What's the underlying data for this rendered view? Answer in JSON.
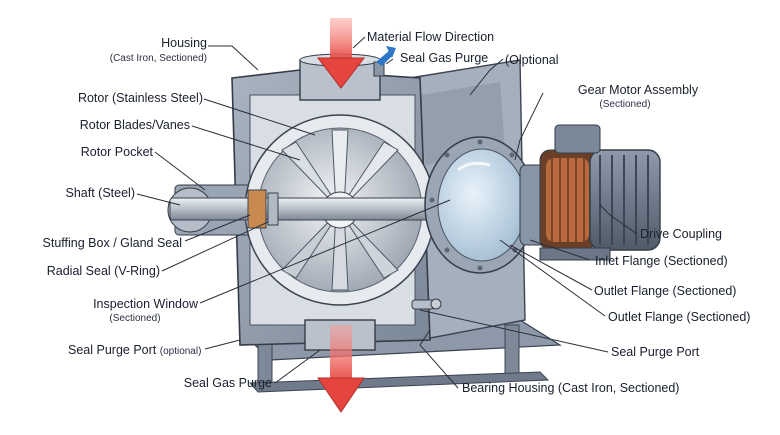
{
  "labels": {
    "housing": "Housing",
    "housing_sub": "(Cast Iron, Sectioned)",
    "material_flow": "Material Flow Direction",
    "seal_gas_purge_top": "Seal Gas Purge",
    "optional_top": "(Olptional",
    "gear_motor": "Gear Motor Assembly",
    "gear_motor_sub": "(Sectioned)",
    "rotor": "Rotor (Stainless Steel)",
    "rotor_blades": "Rotor Blades/Vanes",
    "rotor_pocket": "Rotor Pocket",
    "shaft": "Shaft (Steel)",
    "stuffing_box": "Stuffing Box / Gland Seal",
    "radial_seal": "Radial Seal (V-Ring)",
    "inspection_window": "Inspection Window",
    "inspection_window_sub": "(Sectioned)",
    "seal_purge_port_left": "Seal Purge Port",
    "seal_purge_port_left_sub": "(optional)",
    "seal_gas_purge_bottom": "Seal Gas Purge",
    "drive_coupling": "Drive Coupling",
    "inlet_flange": "Inlet Flange (Sectioned)",
    "outlet_flange_1": "Outlet Flange (Sectioned)",
    "outlet_flange_2": "Outlet Flange (Sectioned)",
    "seal_purge_port_right": "Seal Purge Port",
    "bearing_housing": "Bearing Housing (Cast Iron, Sectioned)"
  },
  "colors": {
    "flow_arrow": "#e5453f",
    "purge_arrow": "#2f78c8",
    "housing": "#8e9aaa",
    "rotor_steel": "#c9d0d8",
    "motor_body": "#6d7a8a",
    "copper": "#b86a3c",
    "leader": "#2a2f3a"
  }
}
